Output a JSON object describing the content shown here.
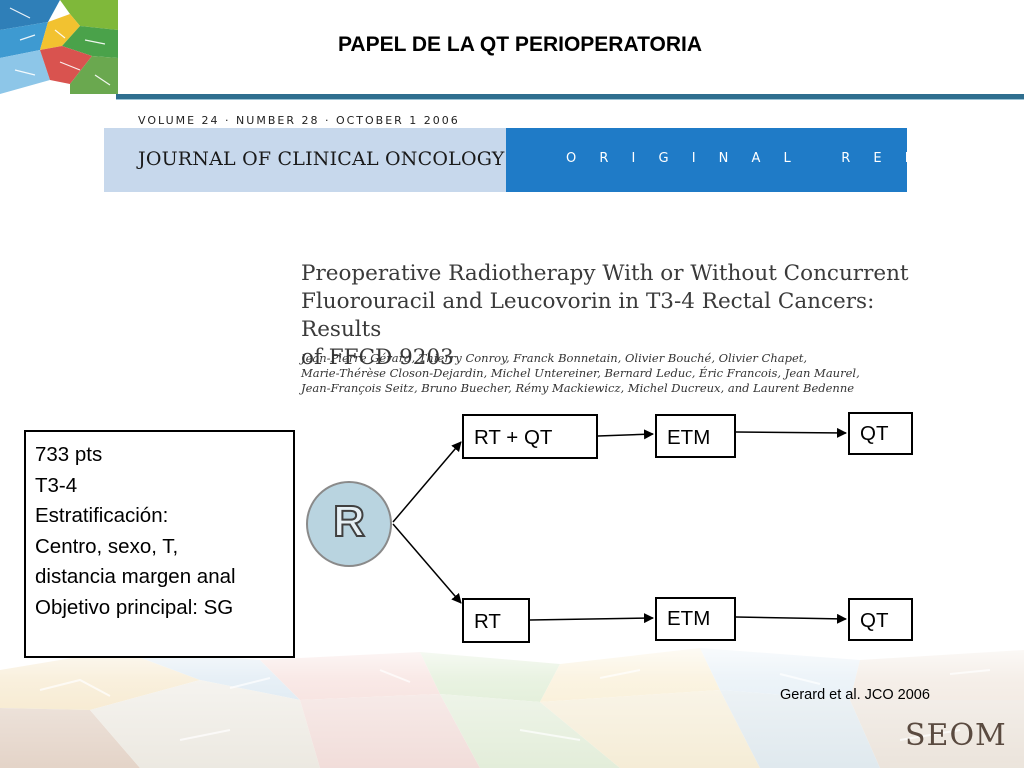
{
  "slide": {
    "title": "PAPEL DE LA QT PERIOPERATORIA",
    "citation": "Gerard et al. JCO 2006",
    "footer_logo": "SEOM"
  },
  "journal": {
    "volume_line": "VOLUME 24 · NUMBER 28 · OCTOBER 1 2006",
    "name": "JOURNAL OF CLINICAL ONCOLOGY",
    "report_type": "O R I G I N A L   R E P O R T",
    "article_title_lines": [
      "Preoperative Radiotherapy With or Without Concurrent",
      "Fluorouracil and Leucovorin in T3-4 Rectal Cancers: Results",
      "of FFCD 9203"
    ],
    "authors_lines": [
      "Jean-Pierre Gérard, Thierry Conroy, Franck Bonnetain, Olivier Bouché, Olivier Chapet,",
      "Marie-Thérèse Closon-Dejardin, Michel Untereiner, Bernard Leduc, Éric Francois, Jean Maurel,",
      "Jean-François Seitz, Bruno Buecher, Rémy Mackiewicz, Michel Ducreux, and Laurent Bedenne"
    ]
  },
  "study": {
    "lines": [
      "733 pts",
      "T3-4",
      "Estratificación:",
      "Centro, sexo, T,",
      "distancia margen anal",
      "Objetivo principal: SG"
    ]
  },
  "flow": {
    "randomization_label": "R",
    "arm1": {
      "step1": "RT + QT",
      "step2": "ETM",
      "step3": "QT"
    },
    "arm2": {
      "step1": "RT",
      "step2": "ETM",
      "step3": "QT"
    }
  },
  "colors": {
    "rule": "#2f6f8f",
    "journal_left": "#c7d8ec",
    "journal_right": "#1f7bc7",
    "circle": "#b9d4e0"
  }
}
